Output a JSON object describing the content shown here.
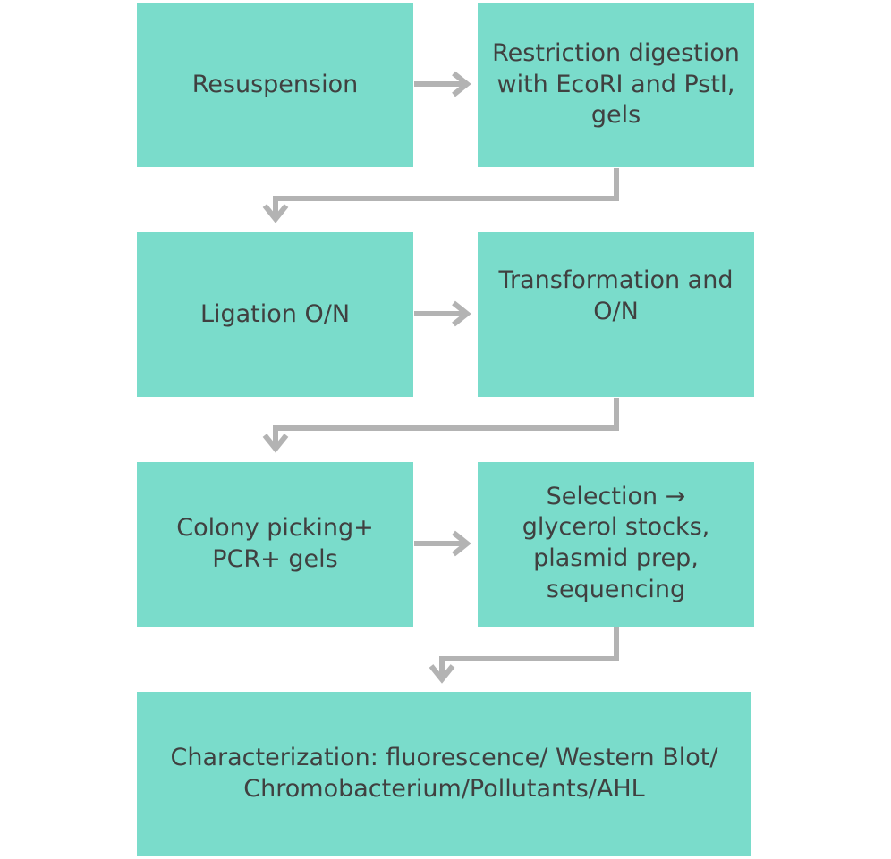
{
  "colors": {
    "box_fill": "#7adccb",
    "arrow": "#b3b3b3",
    "text": "#404040"
  },
  "steps": {
    "resuspension": [
      "Resuspension"
    ],
    "restriction": [
      "Restriction digestion",
      "with EcoRI and PstI,",
      "gels"
    ],
    "ligation": [
      "Ligation O/N"
    ],
    "transformation": [
      "Transformation and",
      "O/N"
    ],
    "colony": [
      "Colony picking+",
      "PCR+ gels"
    ],
    "selection": [
      "Selection →",
      "glycerol stocks,",
      "plasmid prep,",
      "sequencing"
    ],
    "characterization": [
      "Characterization: fluorescence/ Western Blot/",
      "Chromobacterium/Pollutants/AHL"
    ]
  }
}
